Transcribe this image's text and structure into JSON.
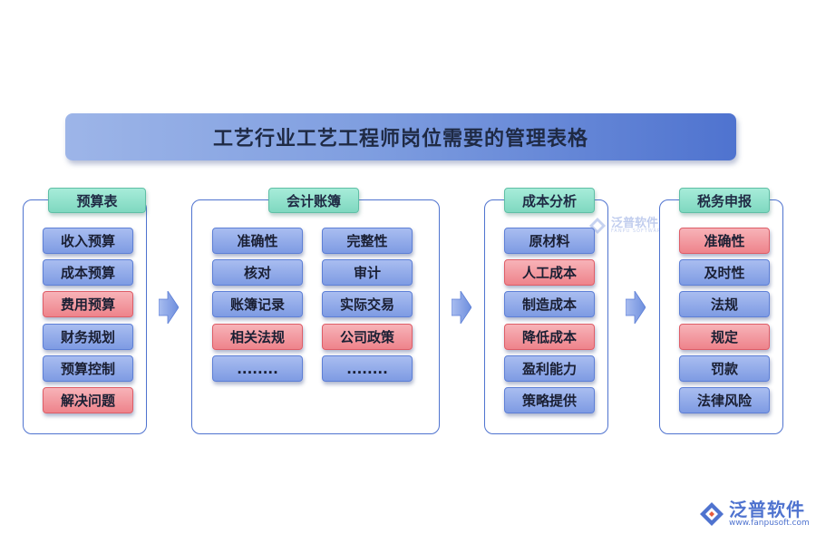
{
  "title": "工艺行业工艺工程师岗位需要的管理表格",
  "panels": [
    {
      "header": "预算表",
      "items": [
        {
          "label": "收入预算",
          "color": "blue"
        },
        {
          "label": "成本预算",
          "color": "blue"
        },
        {
          "label": "费用预算",
          "color": "red"
        },
        {
          "label": "财务规划",
          "color": "blue"
        },
        {
          "label": "预算控制",
          "color": "blue"
        },
        {
          "label": "解决问题",
          "color": "red"
        }
      ]
    },
    {
      "header": "会计账簿",
      "left_items": [
        {
          "label": "准确性",
          "color": "blue"
        },
        {
          "label": "核对",
          "color": "blue"
        },
        {
          "label": "账簿记录",
          "color": "blue"
        },
        {
          "label": "相关法规",
          "color": "red"
        },
        {
          "label": "........",
          "color": "blue"
        }
      ],
      "right_items": [
        {
          "label": "完整性",
          "color": "blue"
        },
        {
          "label": "审计",
          "color": "blue"
        },
        {
          "label": "实际交易",
          "color": "blue"
        },
        {
          "label": "公司政策",
          "color": "red"
        },
        {
          "label": "........",
          "color": "blue"
        }
      ]
    },
    {
      "header": "成本分析",
      "items": [
        {
          "label": "原材料",
          "color": "blue"
        },
        {
          "label": "人工成本",
          "color": "red"
        },
        {
          "label": "制造成本",
          "color": "blue"
        },
        {
          "label": "降低成本",
          "color": "red"
        },
        {
          "label": "盈利能力",
          "color": "blue"
        },
        {
          "label": "策略提供",
          "color": "blue"
        }
      ]
    },
    {
      "header": "税务申报",
      "items": [
        {
          "label": "准确性",
          "color": "red"
        },
        {
          "label": "及时性",
          "color": "blue"
        },
        {
          "label": "法规",
          "color": "blue"
        },
        {
          "label": "规定",
          "color": "red"
        },
        {
          "label": "罚款",
          "color": "blue"
        },
        {
          "label": "法律风险",
          "color": "blue"
        }
      ]
    }
  ],
  "watermark_small": {
    "brand": "泛普软件",
    "sub": "FANPU SOFTWARE"
  },
  "watermark_logo": {
    "brand": "泛普软件",
    "url": "www.fanpusoft.com"
  },
  "colors": {
    "accent": "#4f73cf",
    "blue_item": "#7e9be3",
    "red_item": "#ee838b",
    "header": "#7fd8c0"
  }
}
